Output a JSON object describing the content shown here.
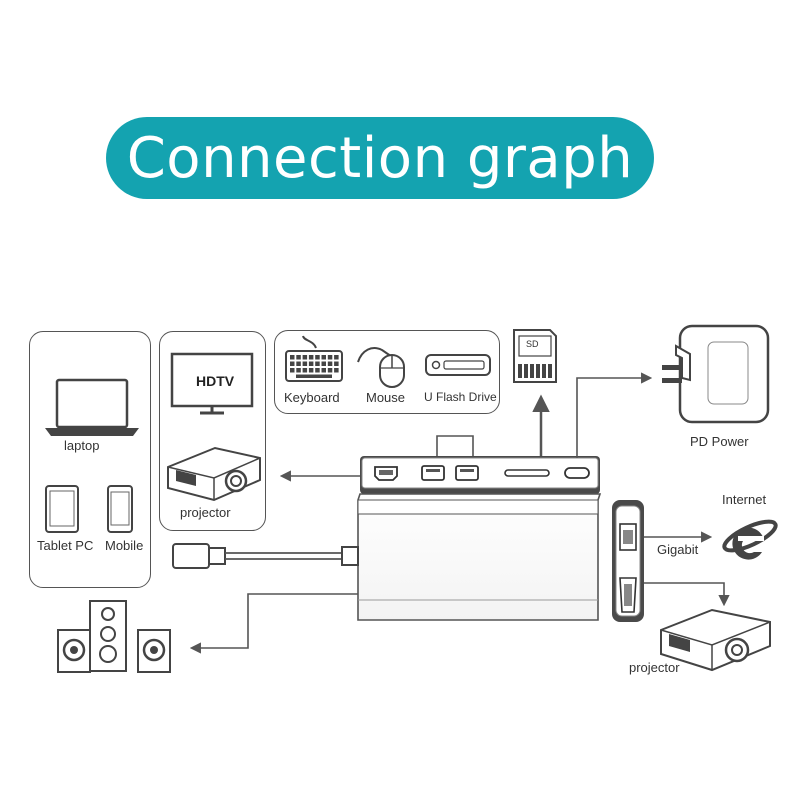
{
  "title": "Connection graph",
  "devices": {
    "laptop": "laptop",
    "tablet_pc": "Tablet PC",
    "mobile": "Mobile",
    "hdtv": "HDTV",
    "projector_left": "projector",
    "keyboard": "Keyboard",
    "mouse": "Mouse",
    "u_flash_drive": "U Flash Drive",
    "sd": "SD",
    "pd_power": "PD Power",
    "internet": "Internet",
    "gigabit": "Gigabit",
    "projector_right": "projector"
  },
  "colors": {
    "banner": "#14a3b0",
    "line": "#555555",
    "hub_dark": "#4a4a4a"
  }
}
